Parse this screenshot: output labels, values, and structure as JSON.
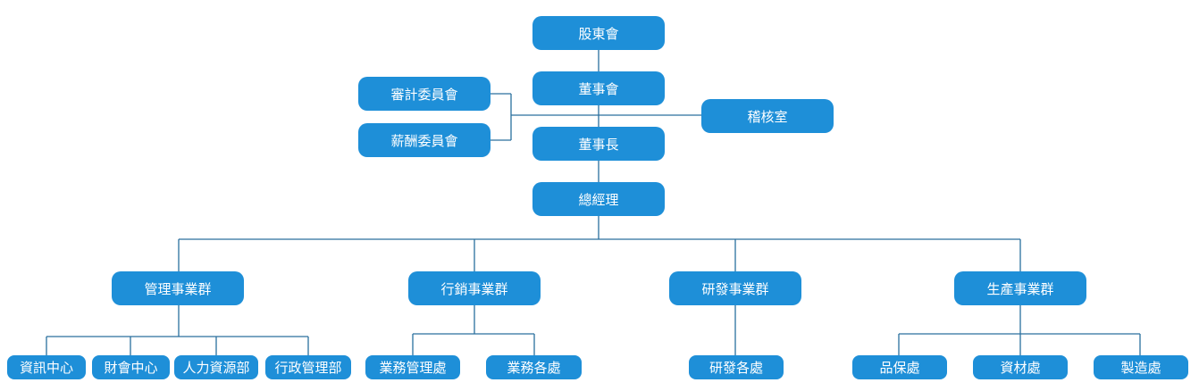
{
  "org_chart": {
    "shareholders": "股東會",
    "board": "董事會",
    "audit_committee": "審計委員會",
    "remuneration_committee": "薪酬委員會",
    "internal_audit": "稽核室",
    "chairman": "董事長",
    "general_manager": "總經理",
    "groups": [
      {
        "label": "管理事業群",
        "units": [
          "資訊中心",
          "財會中心",
          "人力資源部",
          "行政管理部"
        ]
      },
      {
        "label": "行銷事業群",
        "units": [
          "業務管理處",
          "業務各處"
        ]
      },
      {
        "label": "研發事業群",
        "units": [
          "研發各處"
        ]
      },
      {
        "label": "生產事業群",
        "units": [
          "品保處",
          "資材處",
          "製造處"
        ]
      }
    ]
  },
  "colors": {
    "box": "#1e8fd8",
    "line": "#2a6f9e",
    "text": "#ffffff"
  }
}
